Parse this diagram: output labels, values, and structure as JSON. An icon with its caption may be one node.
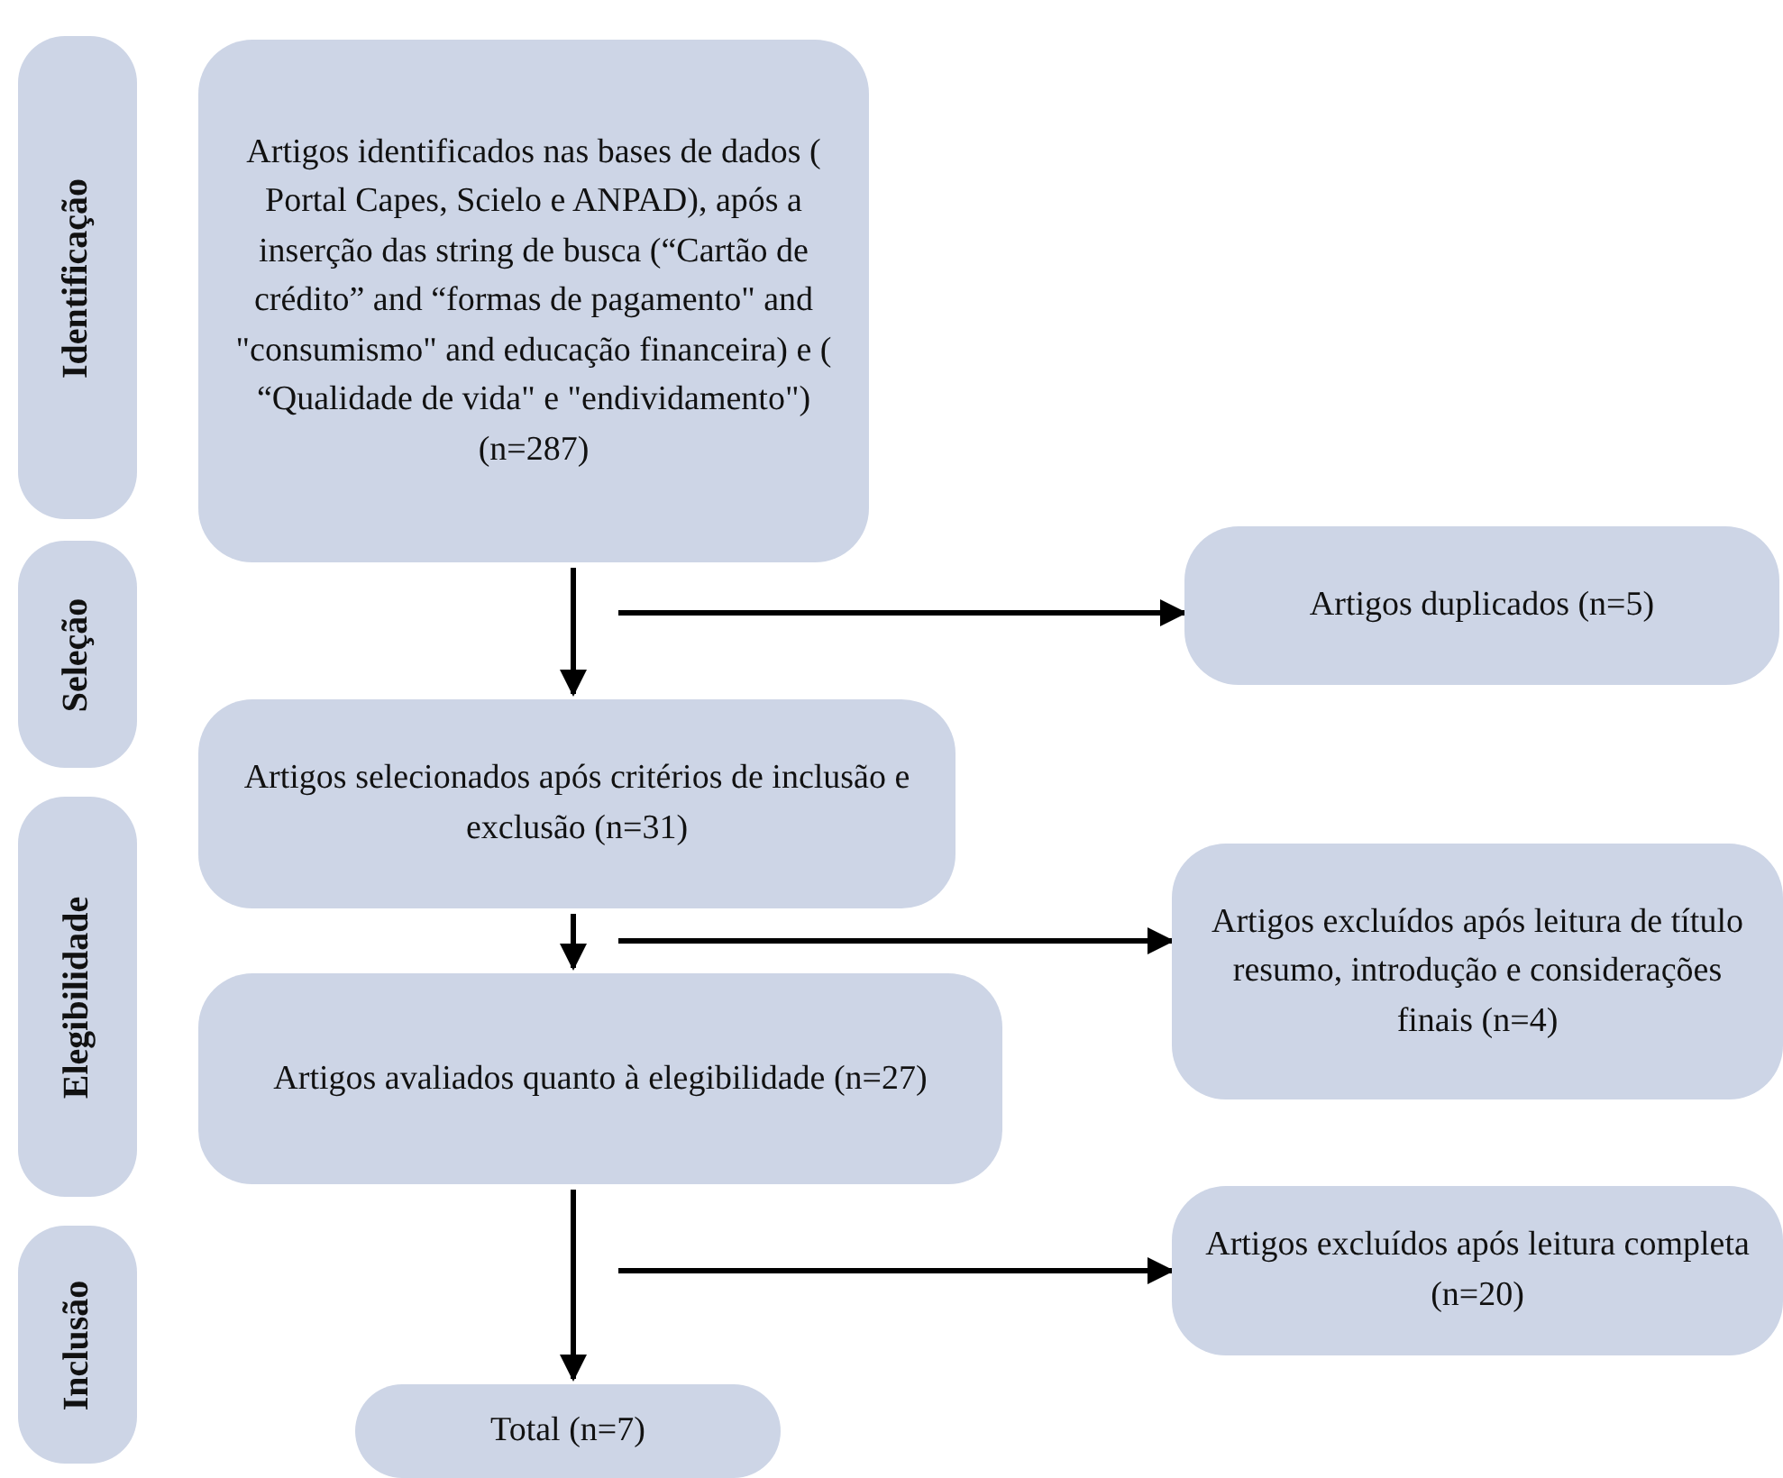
{
  "diagram": {
    "nodes": [
      {
        "text": [
          "Identificação"
        ]
      },
      {
        "text": [
          "Seleção"
        ]
      },
      {
        "text": [
          "Elegibilidade"
        ]
      },
      {
        "text": [
          "Inclusão"
        ]
      },
      {
        "text": [
          "Artigos identificados nas bases de dados ( Portal Capes, Scielo e ANPAD), após a inserção das string de busca (“Cartão de crédito” and “formas de pagamento\" and \"consumismo\" and educação financeira) e ( “Qualidade de vida\" e \"endividamento\") (n=287)"
        ]
      },
      {
        "text": [
          "Artigos duplicados (n=5)"
        ]
      },
      {
        "text": [
          "Artigos selecionados após critérios de inclusão e exclusão (n=31)"
        ]
      },
      {
        "text": [
          "Artigos excluídos após leitura de título resumo, introdução e considerações finais (n=4)"
        ]
      },
      {
        "text": [
          "Artigos avaliados quanto à elegibilidade (n=27)"
        ]
      },
      {
        "text": [
          "Artigos excluídos após leitura completa (n=20)"
        ]
      },
      {
        "text": [
          "Total (n=7)"
        ]
      }
    ],
    "edges": [
      {
        "from": 4,
        "to": 6,
        "arrow": "to"
      },
      {
        "from": null,
        "to": 5,
        "arrow": "to"
      },
      {
        "from": 6,
        "to": 8,
        "arrow": "to"
      },
      {
        "from": null,
        "to": 7,
        "arrow": "to"
      },
      {
        "from": 8,
        "to": 10,
        "arrow": "to"
      },
      {
        "from": null,
        "to": 9,
        "arrow": "to"
      }
    ]
  }
}
